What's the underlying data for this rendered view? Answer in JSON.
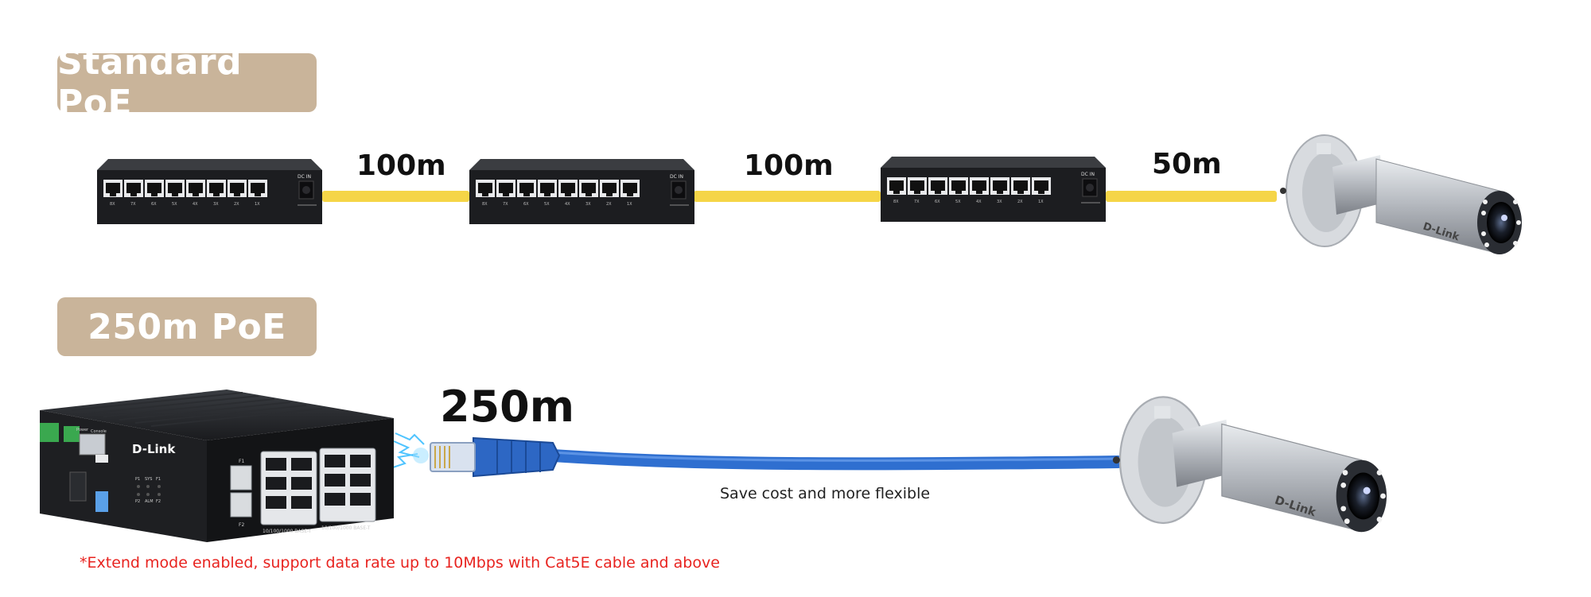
{
  "sections": {
    "standard": {
      "title": "Standard PoE"
    },
    "extended": {
      "title": "250m PoE"
    }
  },
  "standard_segments": [
    {
      "label": "100m"
    },
    {
      "label": "100m"
    },
    {
      "label": "50m"
    }
  ],
  "extended_segment": {
    "label": "250m",
    "caption": "Save cost and more flexible"
  },
  "switch_port_labels": [
    "8X",
    "7X",
    "6X",
    "5X",
    "4X",
    "3X",
    "2X",
    "1X"
  ],
  "switch_power_label": "DC IN",
  "brand": "D-Link",
  "industrial_switch": {
    "brand": "D-Link",
    "port_group_labels": [
      "10/100/1000 BASE-T",
      "10/100/1000 BASE-T"
    ],
    "sfp_labels": [
      "F1",
      "F2"
    ],
    "top_labels": [
      "Power",
      "Console"
    ],
    "led_labels": [
      "P1",
      "SYS",
      "F1",
      "P2",
      "ALM",
      "F2"
    ]
  },
  "footnote": "*Extend mode enabled, support data rate up to 10Mbps with Cat5E cable and above",
  "colors": {
    "badge": "#c9b49a",
    "yellow_cable": "#f5d547",
    "blue_cable": "#2f6fd0",
    "footnote": "#e8231f"
  }
}
